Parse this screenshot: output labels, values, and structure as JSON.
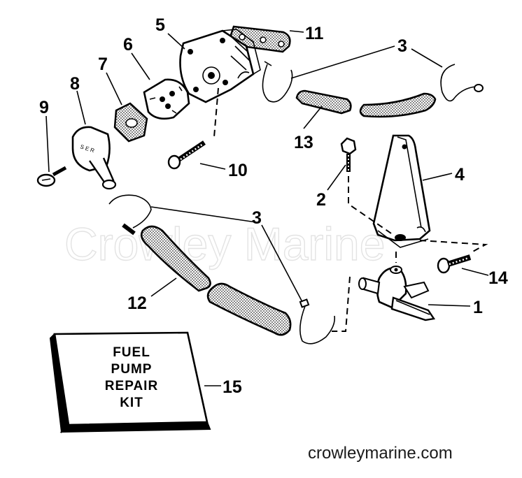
{
  "diagram": {
    "watermark": "Crowley Marine",
    "website": "crowleymarine.com",
    "kit_lines": [
      "FUEL",
      "PUMP",
      "REPAIR",
      "KIT"
    ],
    "labels": {
      "p1": "1",
      "p2": "2",
      "p3a": "3",
      "p3b": "3",
      "p4": "4",
      "p5": "5",
      "p6": "6",
      "p7": "7",
      "p8": "8",
      "p9": "9",
      "p10": "10",
      "p11": "11",
      "p12": "12",
      "p13": "13",
      "p14": "14",
      "p15": "15"
    }
  }
}
